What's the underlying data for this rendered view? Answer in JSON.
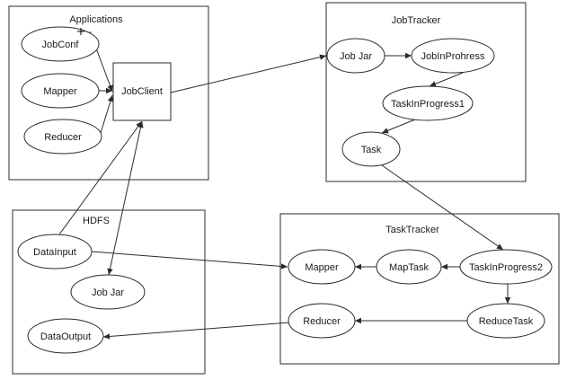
{
  "groups": {
    "applications": {
      "title": "Applications"
    },
    "jobtracker": {
      "title": "JobTracker"
    },
    "hdfs": {
      "title": "HDFS"
    },
    "tasktracker": {
      "title": "TaskTracker"
    }
  },
  "nodes": {
    "jobconf": "JobConf",
    "mapper_app": "Mapper",
    "reducer_app": "Reducer",
    "jobclient": "JobClient",
    "jobjar_jt": "Job Jar",
    "jobinprohress": "JobInProhress",
    "taskinprogress1": "TaskInProgress1",
    "task": "Task",
    "datainput": "DataInput",
    "jobjar_hdfs": "Job Jar",
    "dataoutput": "DataOutput",
    "mapper_tt": "Mapper",
    "maptask": "MapTask",
    "taskinprogress2": "TaskInProgress2",
    "reducer_tt": "Reducer",
    "reducetask": "ReduceTask"
  },
  "edges": [
    {
      "from": "jobconf",
      "to": "jobclient",
      "arrow": "end"
    },
    {
      "from": "mapper_app",
      "to": "jobclient",
      "arrow": "end"
    },
    {
      "from": "reducer_app",
      "to": "jobclient",
      "arrow": "end"
    },
    {
      "from": "jobclient",
      "to": "jobjar_jt",
      "arrow": "end"
    },
    {
      "from": "jobjar_jt",
      "to": "jobinprohress",
      "arrow": "end"
    },
    {
      "from": "jobinprohress",
      "to": "taskinprogress1",
      "arrow": "end"
    },
    {
      "from": "taskinprogress1",
      "to": "task",
      "arrow": "end"
    },
    {
      "from": "task",
      "to": "taskinprogress2",
      "arrow": "end"
    },
    {
      "from": "datainput",
      "to": "jobclient",
      "arrow": "end"
    },
    {
      "from": "jobclient",
      "to": "jobjar_hdfs",
      "arrow": "both"
    },
    {
      "from": "datainput",
      "to": "mapper_tt",
      "arrow": "end"
    },
    {
      "from": "taskinprogress2",
      "to": "maptask",
      "arrow": "end"
    },
    {
      "from": "maptask",
      "to": "mapper_tt",
      "arrow": "end"
    },
    {
      "from": "taskinprogress2",
      "to": "reducetask",
      "arrow": "end"
    },
    {
      "from": "reducetask",
      "to": "reducer_tt",
      "arrow": "end"
    },
    {
      "from": "reducer_tt",
      "to": "dataoutput",
      "arrow": "end"
    }
  ]
}
